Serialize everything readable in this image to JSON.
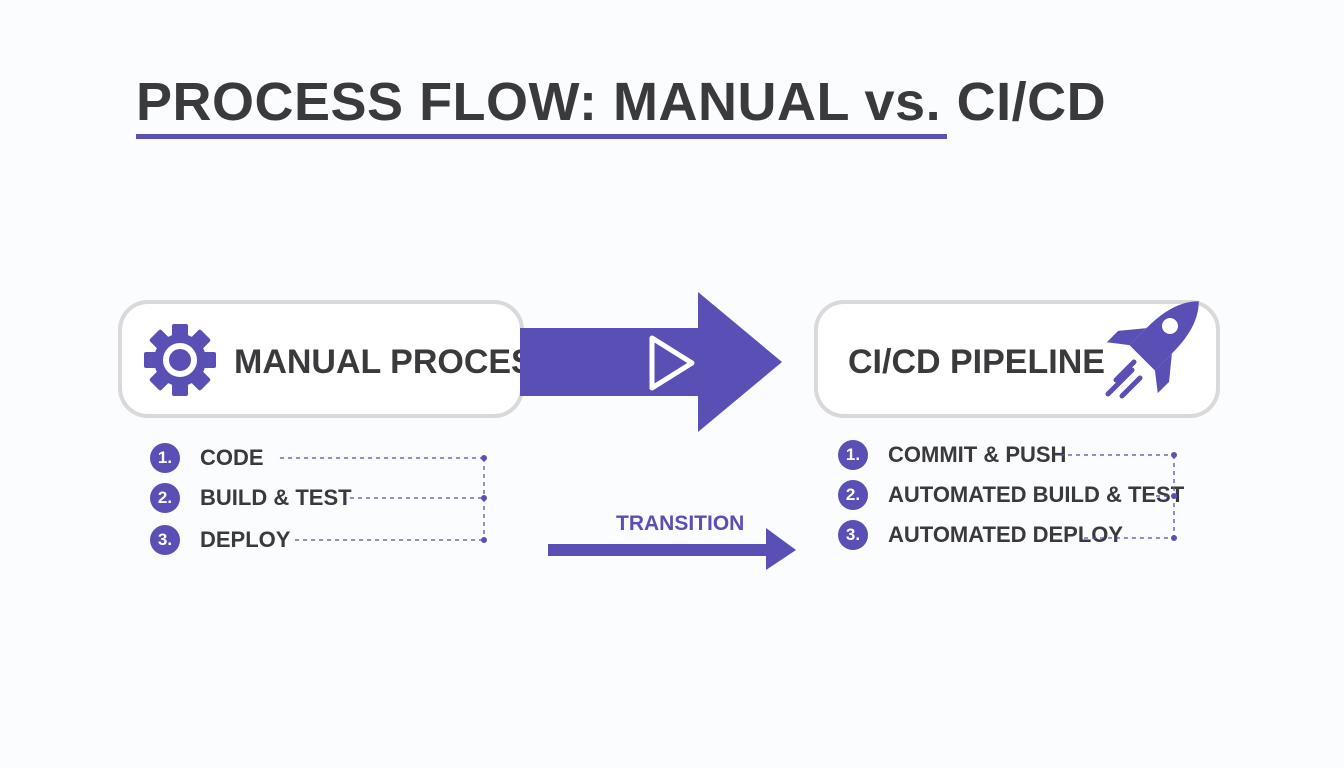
{
  "title": "PROCESS FLOW: MANUAL vs. CI/CD",
  "colors": {
    "accent": "#5a4fb5",
    "text": "#3a3a3d",
    "box_border": "#d9d9db",
    "background": "#fbfcfd"
  },
  "manual": {
    "label": "MANUAL PROCESS",
    "icon": "gear-icon",
    "steps": [
      {
        "number": "1.",
        "label": "CODE"
      },
      {
        "number": "2.",
        "label": "BUILD & TEST"
      },
      {
        "number": "3.",
        "label": "DEPLOY"
      }
    ]
  },
  "cicd": {
    "label": "CI/CD PIPELINE",
    "icon": "rocket-icon",
    "steps": [
      {
        "number": "1.",
        "label": "COMMIT & PUSH"
      },
      {
        "number": "2.",
        "label": "AUTOMATED BUILD & TEST"
      },
      {
        "number": "3.",
        "label": "AUTOMATED DEPLOY"
      }
    ]
  },
  "main_arrow": {
    "icon": "play-icon"
  },
  "transition": {
    "label": "TRANSITION"
  }
}
